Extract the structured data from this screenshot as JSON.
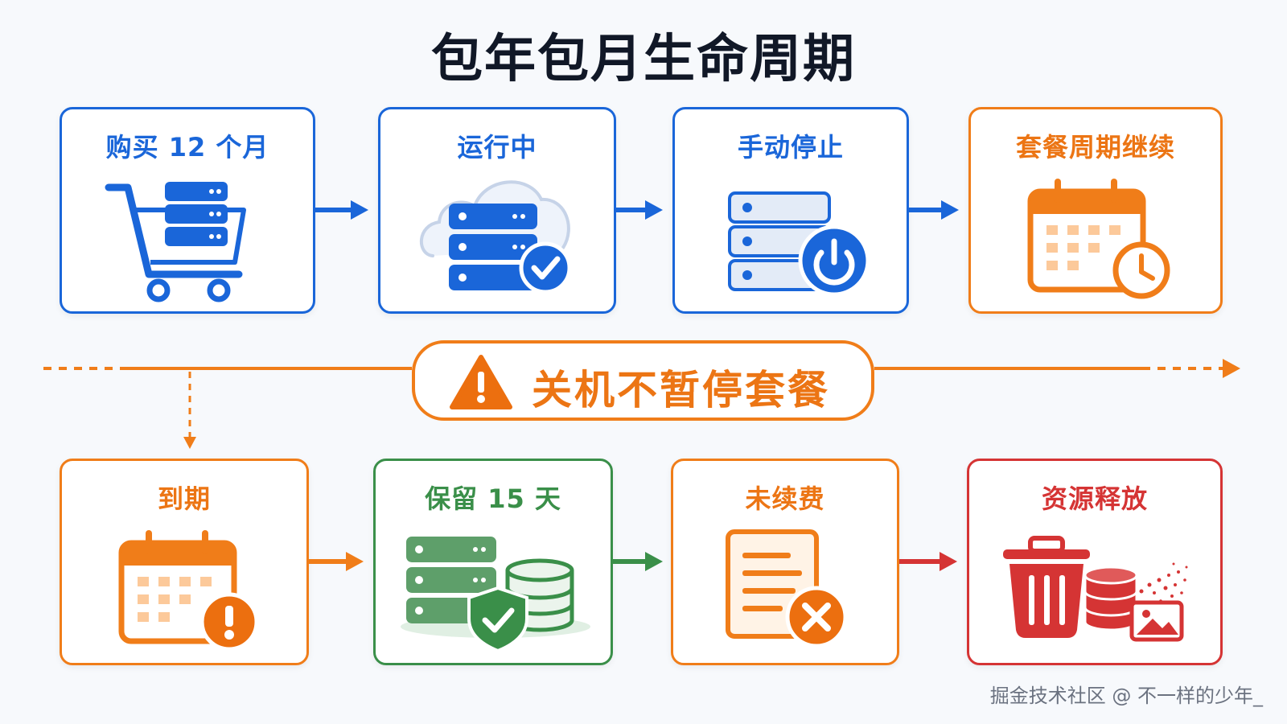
{
  "title": "包年包月生命周期",
  "colors": {
    "blue": "#1a66d9",
    "orange": "#f07d19",
    "green": "#3a8f49",
    "red": "#d53434",
    "dark": "#111827"
  },
  "top_row": [
    {
      "label": "购买 12 个月",
      "icon": "shopping-cart-server-icon",
      "color": "#1a66d9"
    },
    {
      "label": "运行中",
      "icon": "cloud-server-check-icon",
      "color": "#1a66d9"
    },
    {
      "label": "手动停止",
      "icon": "server-power-icon",
      "color": "#1a66d9"
    },
    {
      "label": "套餐周期继续",
      "icon": "calendar-clock-icon",
      "color": "#f07d19"
    }
  ],
  "banner": {
    "text": "关机不暂停套餐",
    "icon": "warning-icon",
    "color": "#f07d19"
  },
  "bottom_row": [
    {
      "label": "到期",
      "icon": "calendar-alert-icon",
      "color": "#f07d19"
    },
    {
      "label": "保留 15 天",
      "icon": "server-database-shield-icon",
      "color": "#3a8f49"
    },
    {
      "label": "未续费",
      "icon": "document-cancel-icon",
      "color": "#f07d19"
    },
    {
      "label": "资源释放",
      "icon": "trash-release-icon",
      "color": "#d53434"
    }
  ],
  "watermark": "掘金技术社区 @ 不一样的少年_"
}
